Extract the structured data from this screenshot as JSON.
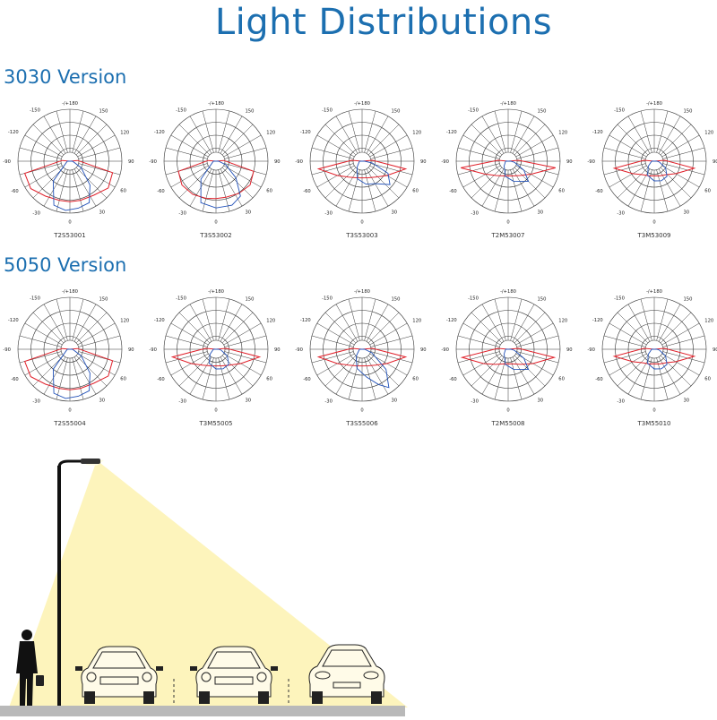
{
  "title": "Light Distributions",
  "sections": [
    {
      "heading": "3030 Version",
      "diagrams": [
        {
          "label": "T2S53001",
          "red": "wide",
          "blue": "deep"
        },
        {
          "label": "T3S53002",
          "red": "wide2",
          "blue": "deep2"
        },
        {
          "label": "T3S53003",
          "red": "flat",
          "blue": "side"
        },
        {
          "label": "T2M53007",
          "red": "flat2",
          "blue": "side2"
        },
        {
          "label": "T3M53009",
          "red": "flat3",
          "blue": "small"
        }
      ]
    },
    {
      "heading": "5050 Version",
      "diagrams": [
        {
          "label": "T2S55004",
          "red": "wide",
          "blue": "deep"
        },
        {
          "label": "T3M55005",
          "red": "flat",
          "blue": "small"
        },
        {
          "label": "T3S55006",
          "red": "flat",
          "blue": "side3"
        },
        {
          "label": "T2M55008",
          "red": "wide3",
          "blue": "side2"
        },
        {
          "label": "T3M55010",
          "red": "flat3",
          "blue": "small"
        }
      ]
    }
  ],
  "tick_labels": {
    "top": "-/+180",
    "left": [
      "-150",
      "-120",
      "-90",
      "-60",
      "-30"
    ],
    "right": [
      "150",
      "120",
      "90",
      "60",
      "30"
    ],
    "bottom": "0"
  },
  "colors": {
    "title": "#1c6fb0",
    "red_curve": "#e0202a",
    "blue_curve": "#2050b8",
    "light_cone": "#fdf3b8",
    "road": "#b9b9b9"
  }
}
